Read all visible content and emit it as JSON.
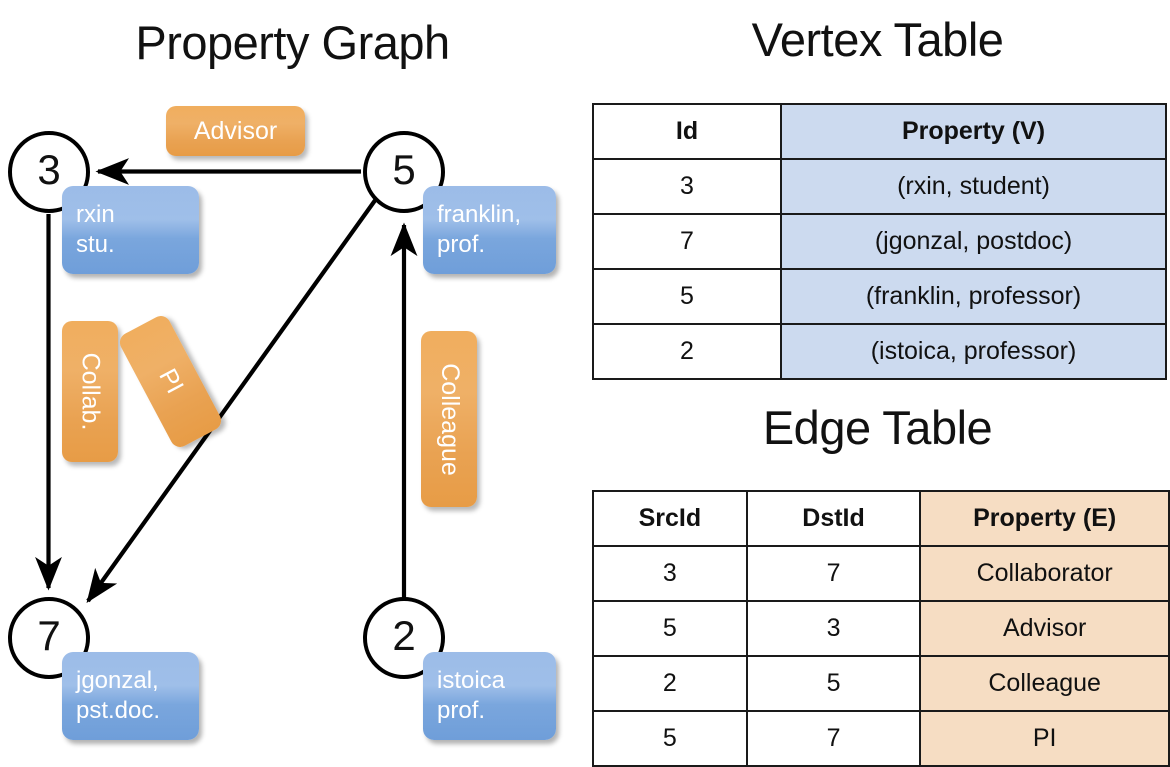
{
  "titles": {
    "property_graph": "Property Graph",
    "vertex_table": "Vertex Table",
    "edge_table": "Edge Table"
  },
  "colors": {
    "vertex_property_fill": "#ccdaef",
    "edge_property_fill": "#f6ddc3",
    "vertex_box_blue": "#7aa6dd",
    "edge_label_orange": "#e9a252",
    "stroke": "#000000",
    "background": "#ffffff"
  },
  "graph": {
    "nodes": [
      {
        "id": "3",
        "property_line1": "rxin",
        "property_line2": "stu."
      },
      {
        "id": "5",
        "property_line1": "franklin,",
        "property_line2": "prof."
      },
      {
        "id": "7",
        "property_line1": "jgonzal,",
        "property_line2": "pst.doc."
      },
      {
        "id": "2",
        "property_line1": "istoica",
        "property_line2": "prof."
      }
    ],
    "edge_labels": [
      {
        "name": "advisor",
        "text": "Advisor"
      },
      {
        "name": "collab",
        "text": "Collab."
      },
      {
        "name": "pi",
        "text": "PI"
      },
      {
        "name": "colleague",
        "text": "Colleague"
      }
    ],
    "edges": [
      {
        "src": "5",
        "dst": "3",
        "label": "Advisor"
      },
      {
        "src": "3",
        "dst": "7",
        "label": "Collab."
      },
      {
        "src": "5",
        "dst": "7",
        "label": "PI"
      },
      {
        "src": "2",
        "dst": "5",
        "label": "Colleague"
      }
    ]
  },
  "vertex_table": {
    "headers": [
      "Id",
      "Property (V)"
    ],
    "rows": [
      {
        "id": "3",
        "property": "(rxin, student)"
      },
      {
        "id": "7",
        "property": "(jgonzal, postdoc)"
      },
      {
        "id": "5",
        "property": "(franklin, professor)"
      },
      {
        "id": "2",
        "property": "(istoica, professor)"
      }
    ]
  },
  "edge_table": {
    "headers": [
      "SrcId",
      "DstId",
      "Property (E)"
    ],
    "rows": [
      {
        "src": "3",
        "dst": "7",
        "property": "Collaborator"
      },
      {
        "src": "5",
        "dst": "3",
        "property": "Advisor"
      },
      {
        "src": "2",
        "dst": "5",
        "property": "Colleague"
      },
      {
        "src": "5",
        "dst": "7",
        "property": "PI"
      }
    ]
  }
}
